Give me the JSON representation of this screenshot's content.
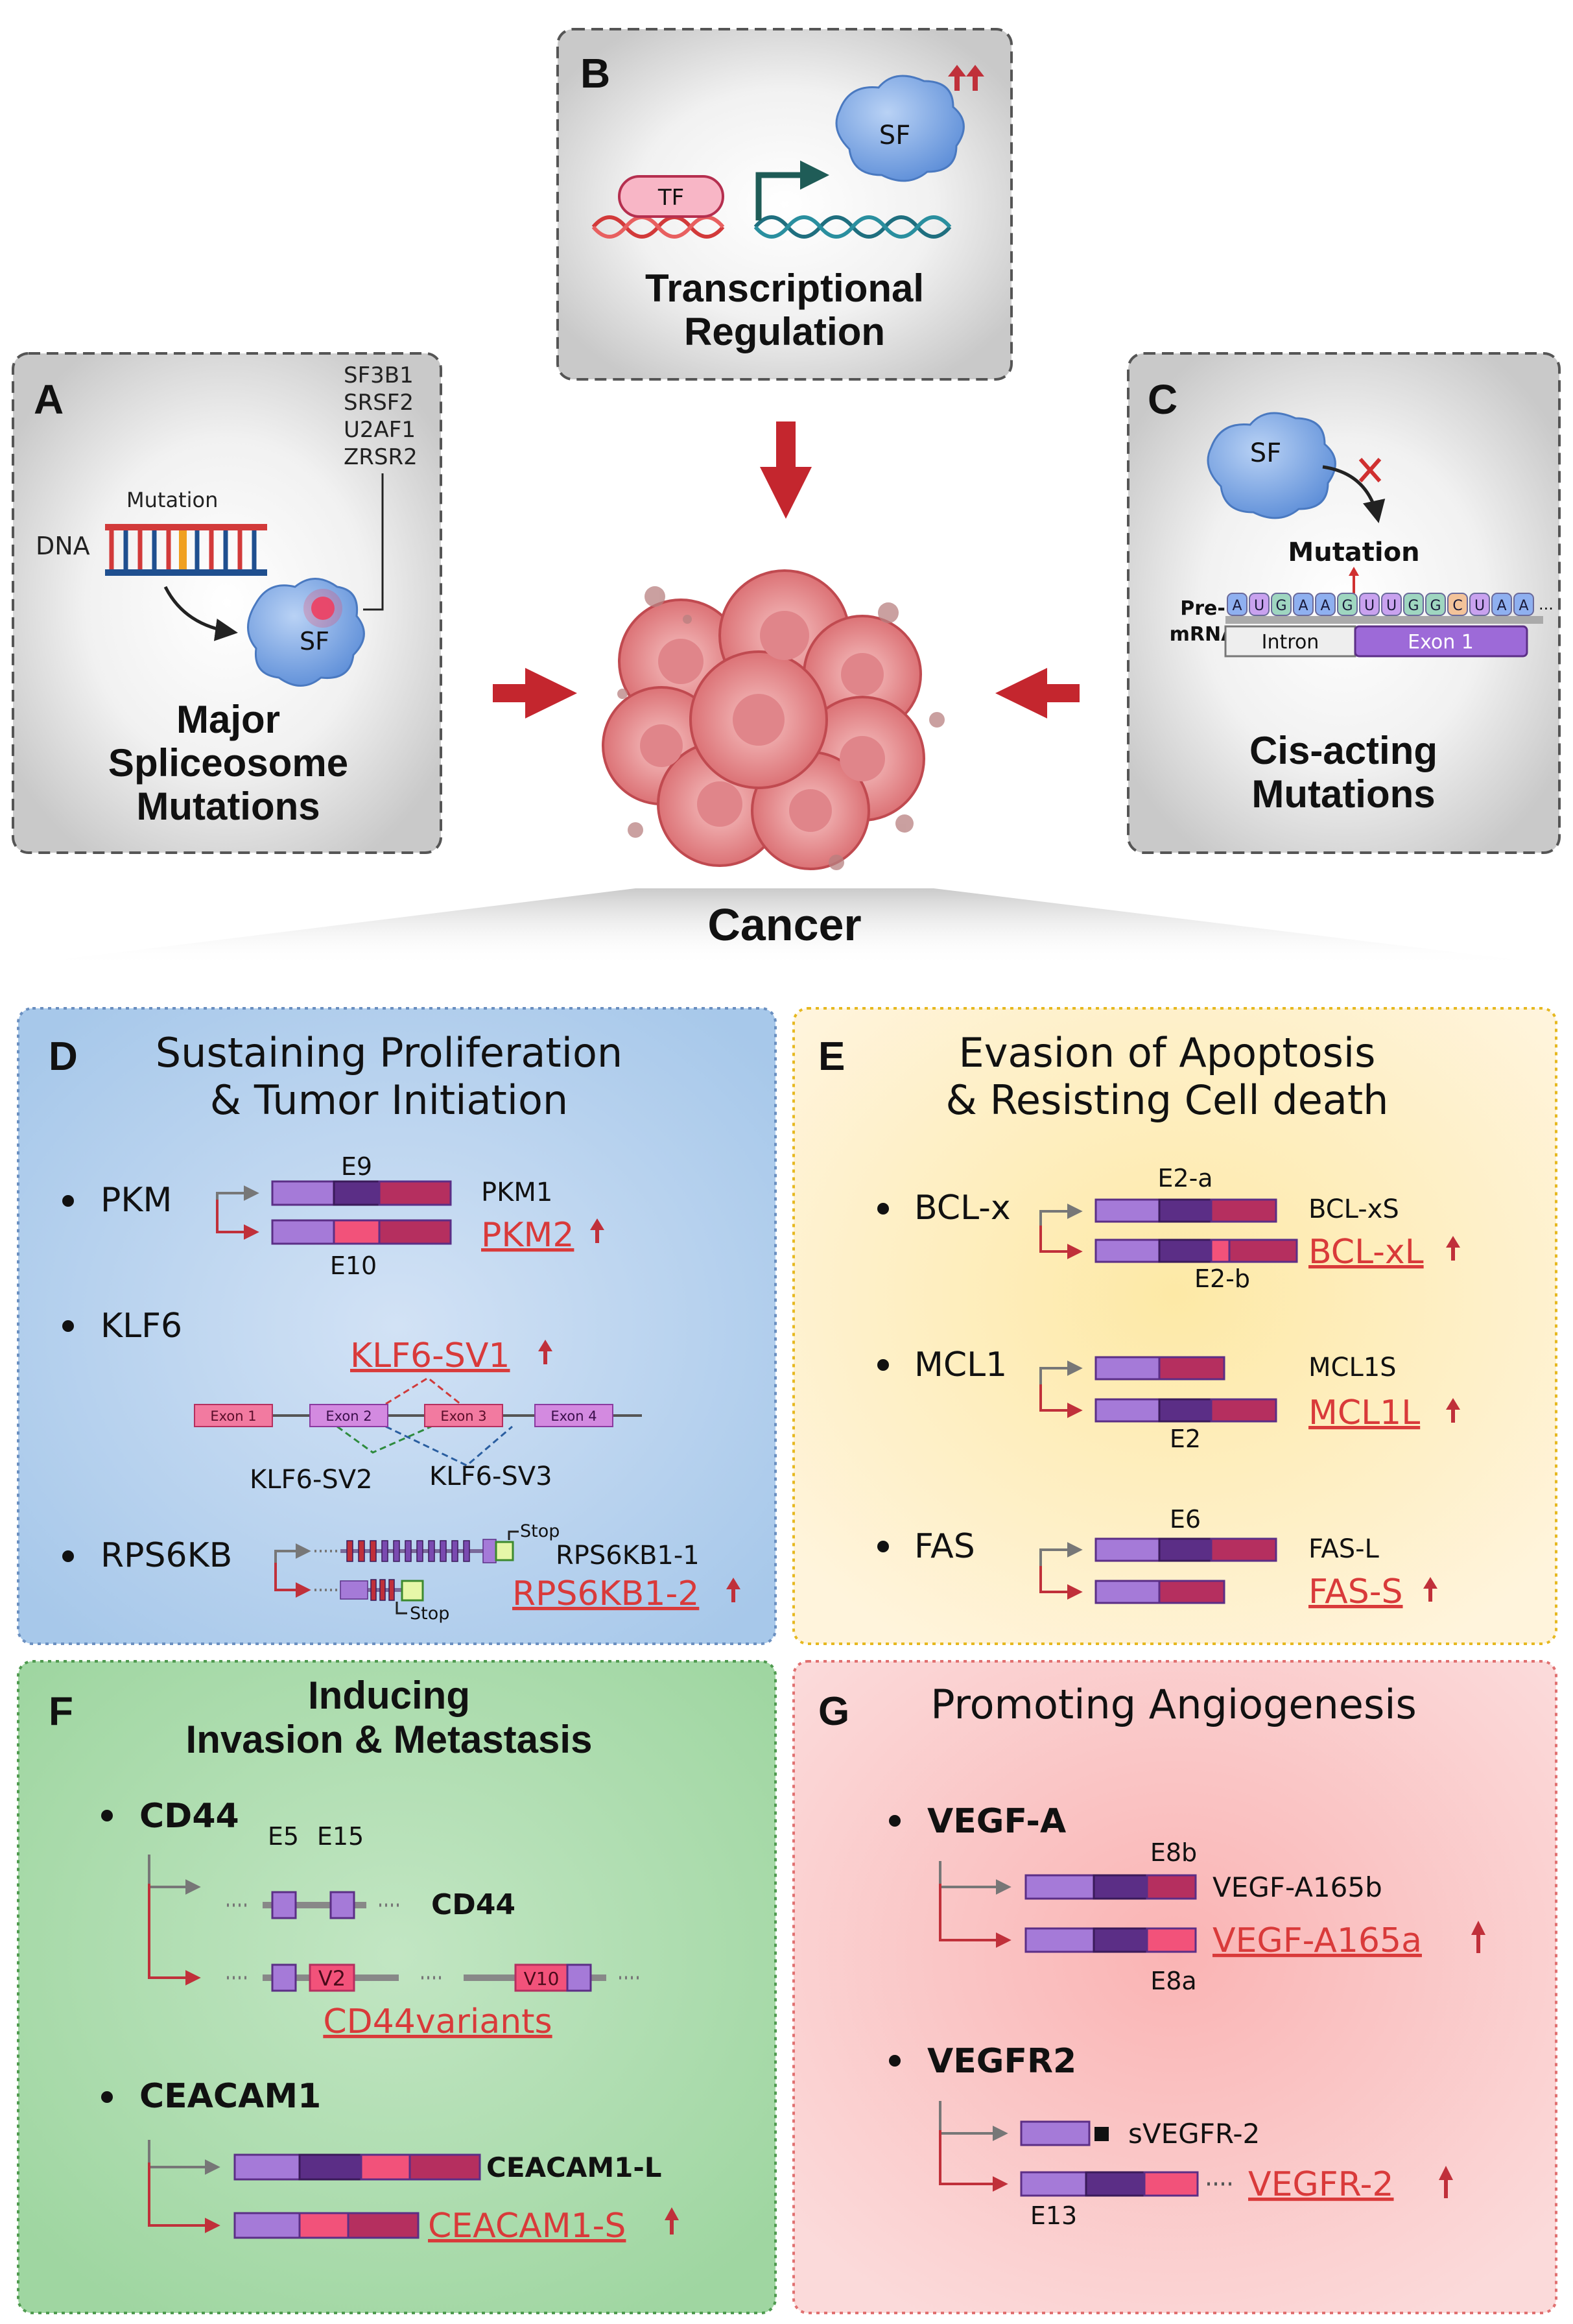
{
  "top": {
    "a": {
      "letter": "A",
      "title_lines": [
        "Major",
        "Spliceosome",
        "Mutations"
      ],
      "genes": [
        "SF3B1",
        "SRSF2",
        "U2AF1",
        "ZRSR2"
      ],
      "dna_label": "DNA",
      "mutation_label": "Mutation",
      "sf_label": "SF"
    },
    "b": {
      "letter": "B",
      "title_lines": [
        "Transcriptional",
        "Regulation"
      ],
      "tf_label": "TF",
      "sf_label": "SF"
    },
    "c": {
      "letter": "C",
      "title_lines": [
        "Cis-acting",
        "Mutations"
      ],
      "sf_label": "SF",
      "mutation_label": "Mutation",
      "pre_mrna_lines": [
        "Pre-",
        "mRNA"
      ],
      "intron_label": "Intron",
      "exon_label": "Exon 1",
      "sequence": [
        "A",
        "U",
        "G",
        "A",
        "A",
        "G",
        "U",
        "U",
        "G",
        "G",
        "C",
        "U",
        "A",
        "A"
      ],
      "sequence_tail": "..."
    },
    "cancer_label": "Cancer"
  },
  "panels": {
    "d": {
      "letter": "D",
      "title_lines": [
        "Sustaining Proliferation",
        "& Tumor Initiation"
      ],
      "pkm": {
        "gene": "PKM",
        "exon_top": "E9",
        "exon_bottom": "E10",
        "iso_normal": "PKM1",
        "iso_cancer": "PKM2"
      },
      "klf6": {
        "gene": "KLF6",
        "iso_cancer": "KLF6-SV1",
        "exons": [
          "Exon 1",
          "Exon 2",
          "Exon 3",
          "Exon 4"
        ],
        "iso_a": "KLF6-SV2",
        "iso_b": "KLF6-SV3"
      },
      "rps6kb": {
        "gene": "RPS6KB",
        "stop": "Stop",
        "iso_normal": "RPS6KB1-1",
        "iso_cancer": "RPS6KB1-2"
      }
    },
    "e": {
      "letter": "E",
      "title_lines": [
        "Evasion of Apoptosis",
        "& Resisting Cell death"
      ],
      "bclx": {
        "gene": "BCL-x",
        "exon_top": "E2-a",
        "exon_bottom": "E2-b",
        "iso_normal": "BCL-xS",
        "iso_cancer": "BCL-xL"
      },
      "mcl1": {
        "gene": "MCL1",
        "exon": "E2",
        "iso_normal": "MCL1S",
        "iso_cancer": "MCL1L"
      },
      "fas": {
        "gene": "FAS",
        "exon": "E6",
        "iso_normal": "FAS-L",
        "iso_cancer": "FAS-S"
      }
    },
    "f": {
      "letter": "F",
      "title_lines": [
        "Inducing",
        "Invasion & Metastasis"
      ],
      "cd44": {
        "gene": "CD44",
        "exon_a": "E5",
        "exon_b": "E15",
        "iso_normal": "CD44",
        "v2": "V2",
        "v10": "V10",
        "iso_cancer": "CD44variants"
      },
      "ceacam1": {
        "gene": "CEACAM1",
        "iso_normal": "CEACAM1-L",
        "iso_cancer": "CEACAM1-S"
      }
    },
    "g": {
      "letter": "G",
      "title_lines": [
        "Promoting Angiogenesis"
      ],
      "vegfa": {
        "gene": "VEGF-A",
        "exon_top": "E8b",
        "exon_bottom": "E8a",
        "iso_normal": "VEGF-A165b",
        "iso_cancer": "VEGF-A165a"
      },
      "vegfr2": {
        "gene": "VEGFR2",
        "exon": "E13",
        "iso_normal": "sVEGFR-2",
        "iso_cancer": "VEGFR-2"
      }
    }
  },
  "colors": {
    "cancer_red": "#d93a3a",
    "exon_purple": "#9b72d0",
    "exon_dark": "#5b2e86",
    "exon_crimson": "#b52f5f",
    "exon_pink": "#f2527a",
    "arrow_dark_red": "#b3252f",
    "sf_blue": "#7ba8e6"
  }
}
